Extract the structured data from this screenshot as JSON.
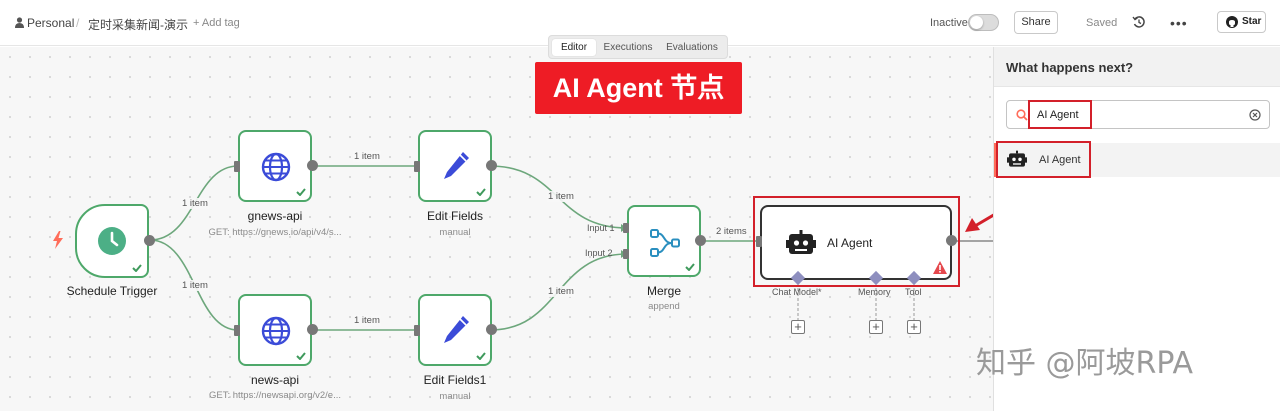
{
  "header": {
    "workspace": "Personal",
    "separator": "/",
    "workflow_name": "定时采集新闻-演示",
    "add_tag": "+ Add tag",
    "status_label": "Inactive",
    "share_label": "Share",
    "saved_label": "Saved",
    "more_label": "•••",
    "star_label": "Star"
  },
  "tabs": [
    {
      "label": "Editor",
      "active": true
    },
    {
      "label": "Executions",
      "active": false
    },
    {
      "label": "Evaluations",
      "active": false
    }
  ],
  "banner": {
    "text": "AI Agent 节点",
    "color": "#ee1c25"
  },
  "nodes": {
    "schedule": {
      "title": "Schedule Trigger"
    },
    "gnews": {
      "title": "gnews-api",
      "subtitle": "GET: https://gnews.io/api/v4/s..."
    },
    "newsapi": {
      "title": "news-api",
      "subtitle": "GET: https://newsapi.org/v2/e..."
    },
    "edit1": {
      "title": "Edit Fields",
      "subtitle": "manual"
    },
    "edit2": {
      "title": "Edit Fields1",
      "subtitle": "manual"
    },
    "merge": {
      "title": "Merge",
      "subtitle": "append",
      "input1": "Input 1",
      "input2": "Input 2"
    },
    "agent": {
      "title": "AI Agent",
      "chat_model": "Chat Model*",
      "memory": "Memory",
      "tool": "Tool"
    }
  },
  "edges": {
    "sched_gnews": "1 item",
    "sched_news": "1 item",
    "gnews_edit": "1 item",
    "news_edit": "1 item",
    "edit_merge1": "1 item",
    "edit_merge2": "1 item",
    "merge_agent": "2 items"
  },
  "panel": {
    "title": "What happens next?",
    "search_value": "AI Agent",
    "result_label": "AI Agent"
  },
  "watermark": "知乎 @阿坡RPA",
  "colors": {
    "node_border": "#4ea86a",
    "accent": "#ff6d5a",
    "highlight_red": "#d3202a",
    "node_icon_blue": "#3b4bd8",
    "trigger_green": "#4caf86"
  }
}
